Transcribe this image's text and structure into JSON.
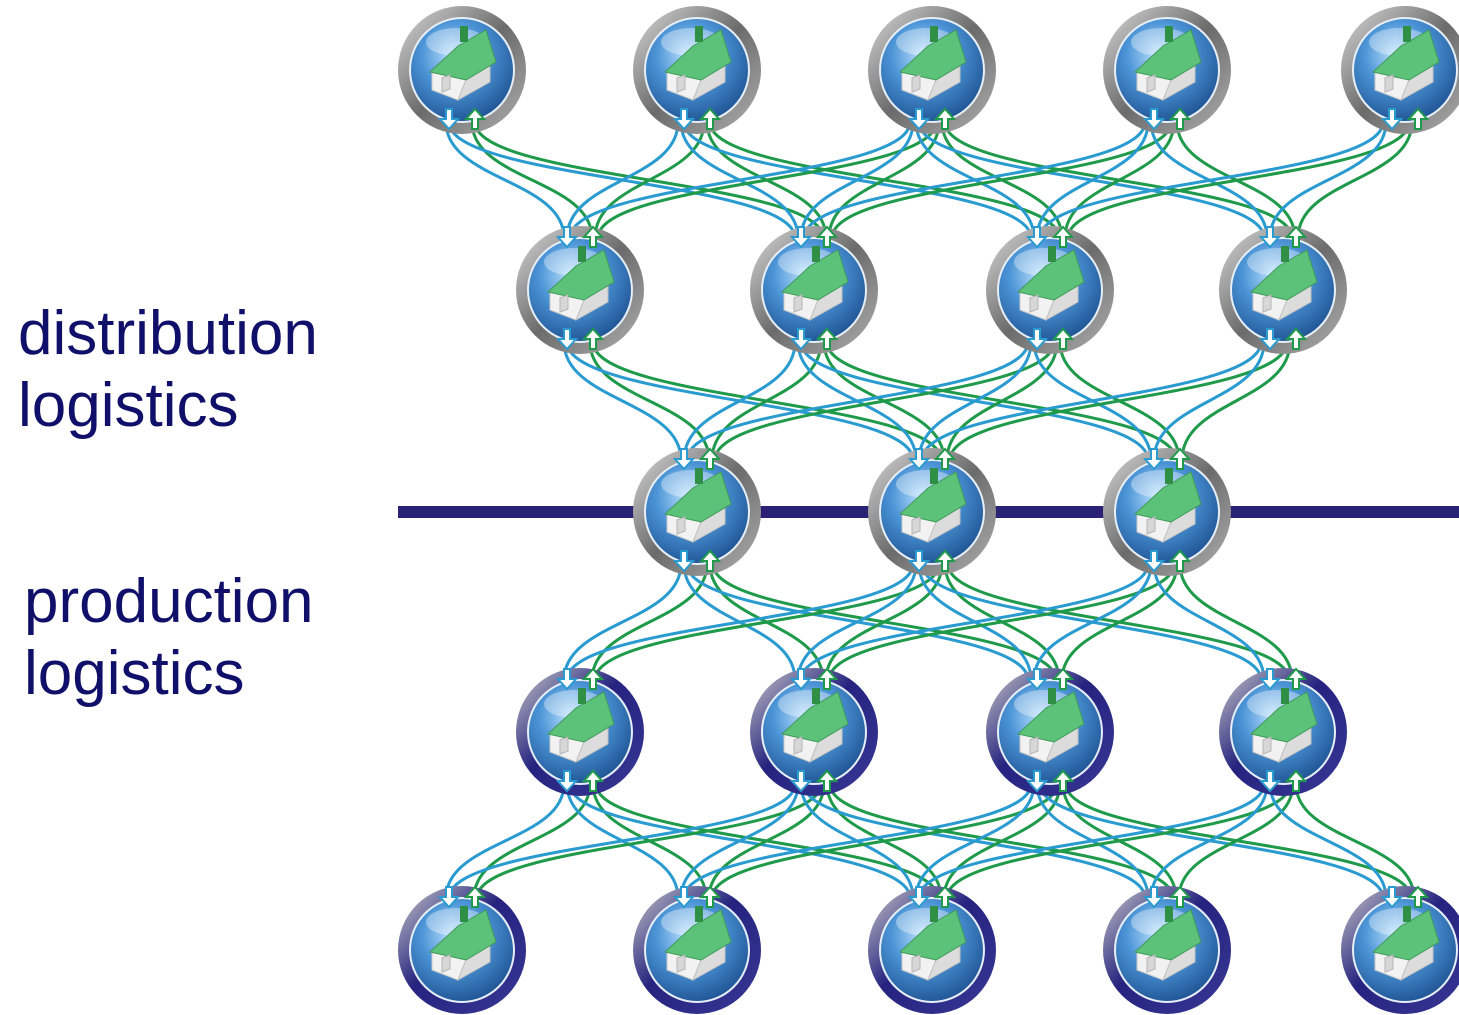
{
  "labels": {
    "distribution": [
      "distribution",
      "logistics"
    ],
    "production": [
      "production",
      "logistics"
    ]
  },
  "colors": {
    "text": "#10106b",
    "divider": "#2a2275",
    "flow_down": "#2a9bd0",
    "flow_up": "#1f9a4a",
    "node_blue": "#3f86cc",
    "node_rim_light": "#8e8e8e",
    "node_rim_dark": "#27258a",
    "house_wall": "#f2f2f2",
    "house_roof": "#5cc27a"
  },
  "network": {
    "rows": [
      {
        "tier": "distribution",
        "nodes": 5
      },
      {
        "tier": "distribution",
        "nodes": 4
      },
      {
        "tier": "boundary",
        "nodes": 3
      },
      {
        "tier": "production",
        "nodes": 4
      },
      {
        "tier": "production",
        "nodes": 5
      }
    ],
    "node_icon": "warehouse-house-icon",
    "link_icon": "bidirectional-flow-arrows",
    "divider": "horizontal-divider-line"
  }
}
